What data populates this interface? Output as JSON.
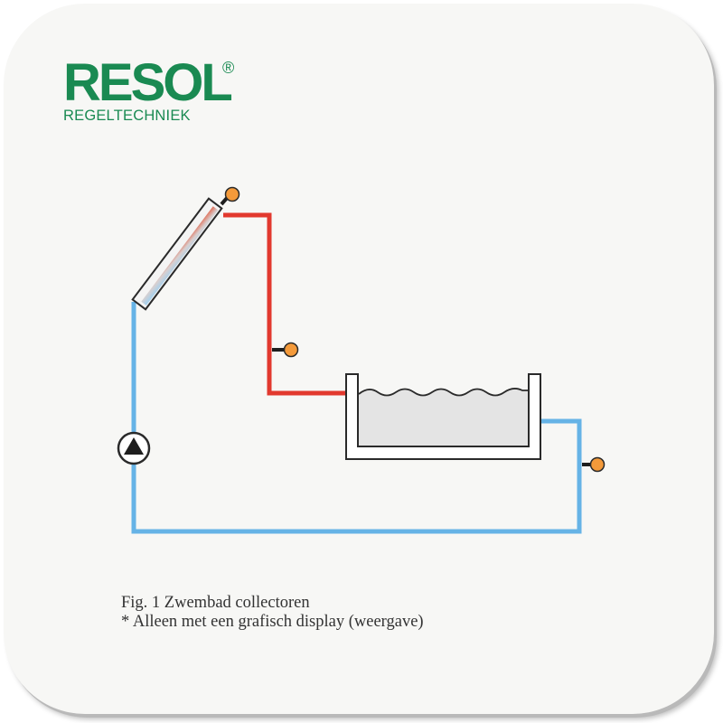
{
  "logo": {
    "brand": "RESOL",
    "registered": "®",
    "subtitle": "REGELTECHNIEK"
  },
  "caption": {
    "line1": "Fig. 1 Zwembad collectoren",
    "line2": "* Alleen met een grafisch display (weergave)"
  },
  "colors": {
    "logo_green": "#1a8a52",
    "hot_pipe": "#e2392e",
    "cold_pipe": "#66b3e6",
    "sensor": "#f49a3a",
    "pool_water": "#e4e4e4"
  }
}
